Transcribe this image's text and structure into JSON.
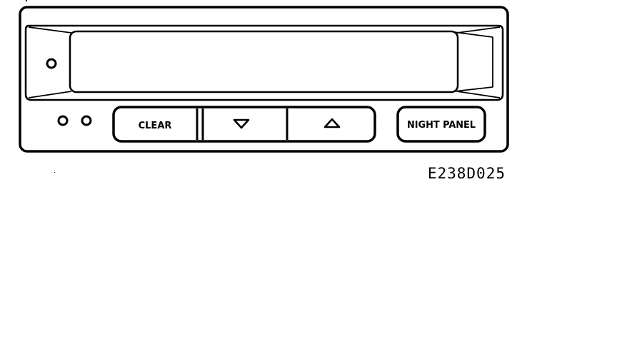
{
  "panel": {
    "buttons": {
      "clear": "CLEAR",
      "night_panel": "NIGHT PANEL"
    },
    "icons": {
      "down": "triangle-down-icon",
      "up": "triangle-up-icon"
    },
    "indicator_count_left": 2
  },
  "figure_id": "E238D025",
  "colors": {
    "ink": "#000000",
    "paper": "#ffffff"
  }
}
